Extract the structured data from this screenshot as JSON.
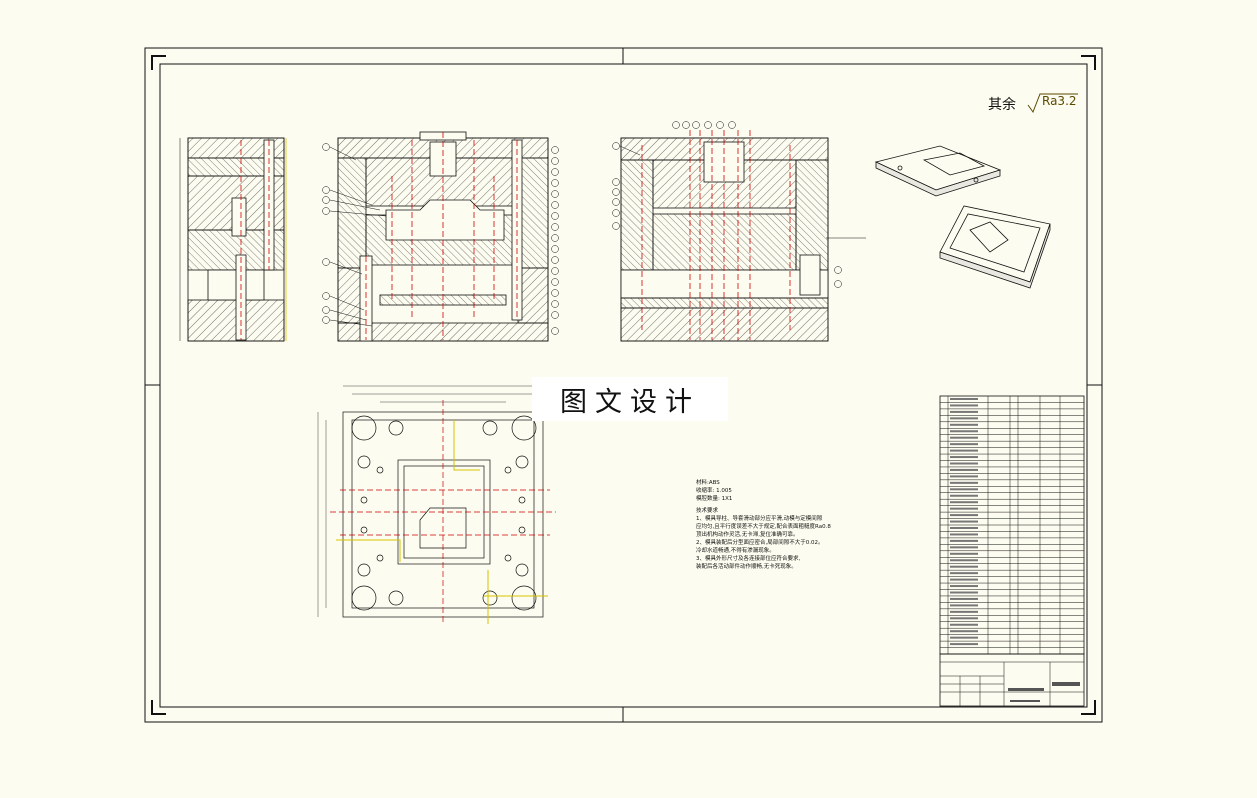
{
  "drawing": {
    "roughness_note": {
      "label": "其余",
      "symbol": "Ra3.2"
    },
    "watermark": "图文设计",
    "notes": {
      "material": "材料:ABS",
      "shrinkage": "收缩率: 1.005",
      "quantity": "模腔数量: 1X1",
      "heading": "技术要求",
      "lines": [
        "1、模具导柱、导套滑动部分应平滑,动模与定模间隙",
        "   应均匀,且平行度误差不大于规定,配合表面粗糙度Ra0.8",
        "   顶出机构动作灵活,无卡滞,复位准确可靠。",
        "2、模具装配后分型面应密合,局部间隙不大于0.02。",
        "   冷却水道畅通,不得有渗漏现象。",
        "3、模具外形尺寸及各连接部位应符合要求,",
        "   装配后各活动部件动作顺畅,无卡死现象。"
      ]
    }
  },
  "colors": {
    "background": "#fdfcf0",
    "line": "#111111",
    "hatch": "#333333",
    "centerline": "#cc0000",
    "annotation": "#a0007a",
    "dimension": "#d6c400"
  }
}
